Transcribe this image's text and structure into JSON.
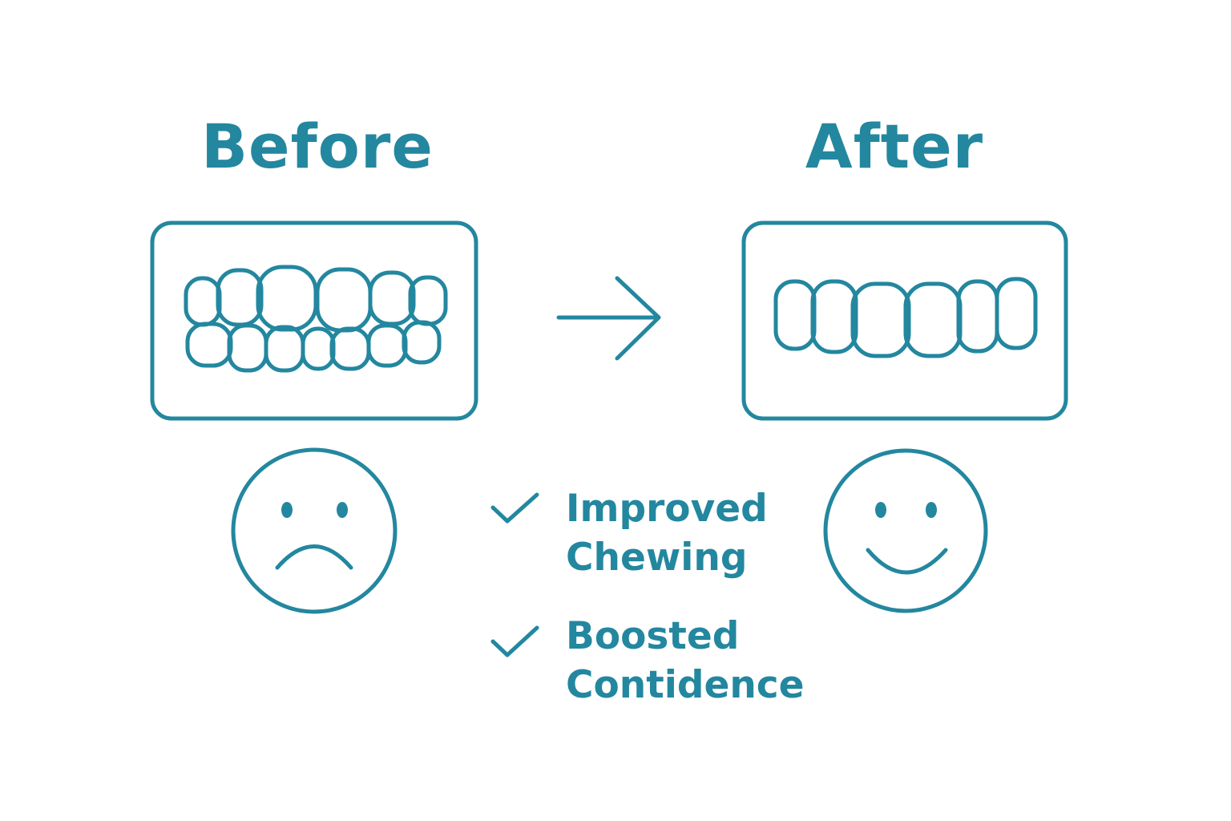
{
  "colors": {
    "accent": "#23879f",
    "background": "#ffffff"
  },
  "before": {
    "heading": "Before",
    "teeth_icon": "misaligned-teeth-icon",
    "face_icon": "sad-face-icon"
  },
  "after": {
    "heading": "After",
    "teeth_icon": "aligned-teeth-icon",
    "face_icon": "smiling-face-icon"
  },
  "transition_icon": "arrow-right-icon",
  "benefits": [
    {
      "icon": "checkmark-icon",
      "lines": [
        "Improved",
        "Chewing"
      ]
    },
    {
      "icon": "checkmark-icon",
      "lines": [
        "Boosted",
        "Contidence"
      ]
    }
  ]
}
